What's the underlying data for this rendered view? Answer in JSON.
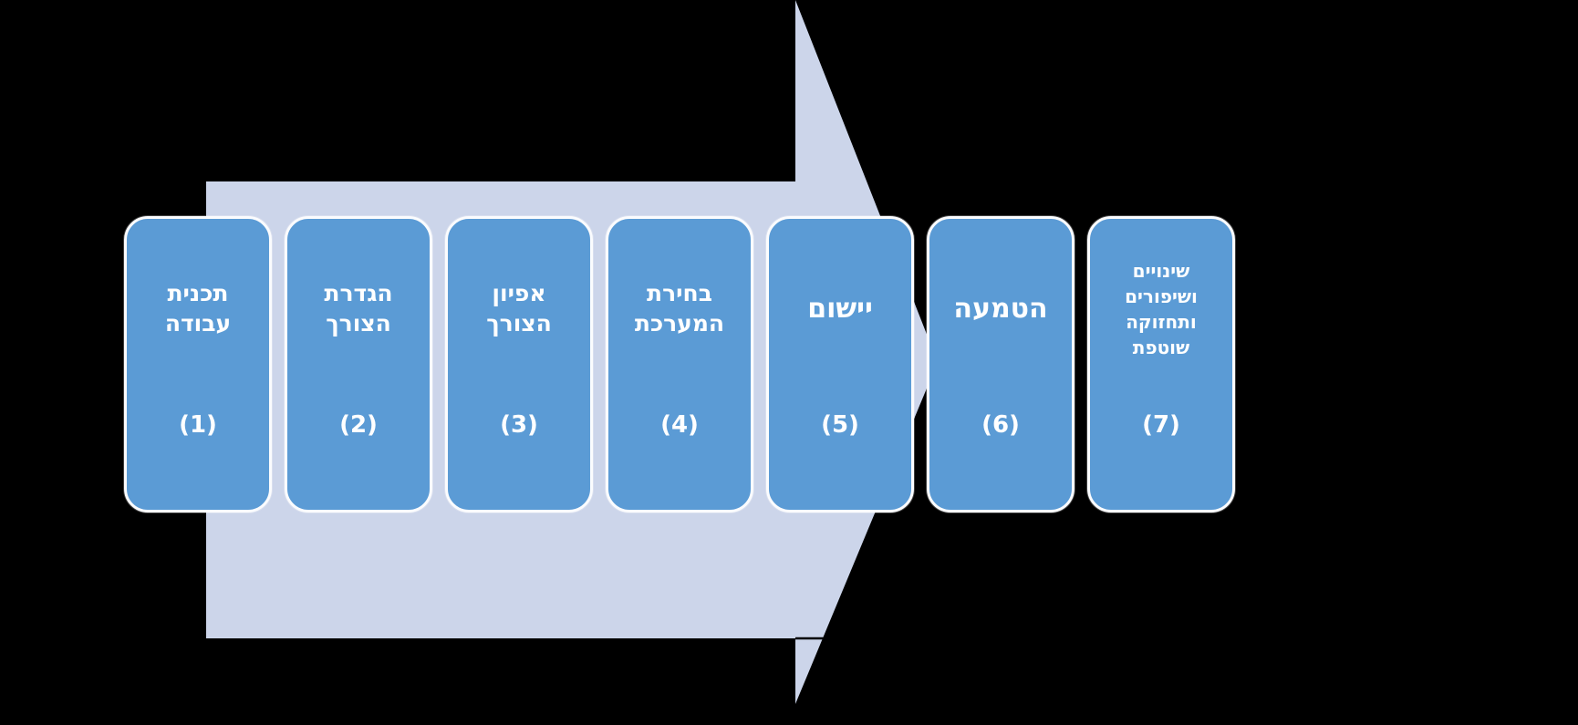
{
  "diagram": {
    "type": "process-arrow",
    "direction": "left-to-right",
    "colors": {
      "background": "#000000",
      "arrow_fill": "#ccd5ea",
      "box_fill": "#5b9bd5",
      "box_border": "#fbfcfe",
      "text": "#ffffff",
      "divider_line": "#000000"
    },
    "steps": [
      {
        "label": "תכנית עבודה",
        "number": "(1)"
      },
      {
        "label": "הגדרת הצורך",
        "number": "(2)"
      },
      {
        "label": "אפיון הצורך",
        "number": "(3)"
      },
      {
        "label": "בחירת המערכת",
        "number": "(4)"
      },
      {
        "label": "יישום",
        "number": "(5)"
      },
      {
        "label": "הטמעה",
        "number": "(6)"
      },
      {
        "label": "שינויים ושיפורים ותחזוקה שוטפת",
        "number": "(7)"
      }
    ]
  }
}
